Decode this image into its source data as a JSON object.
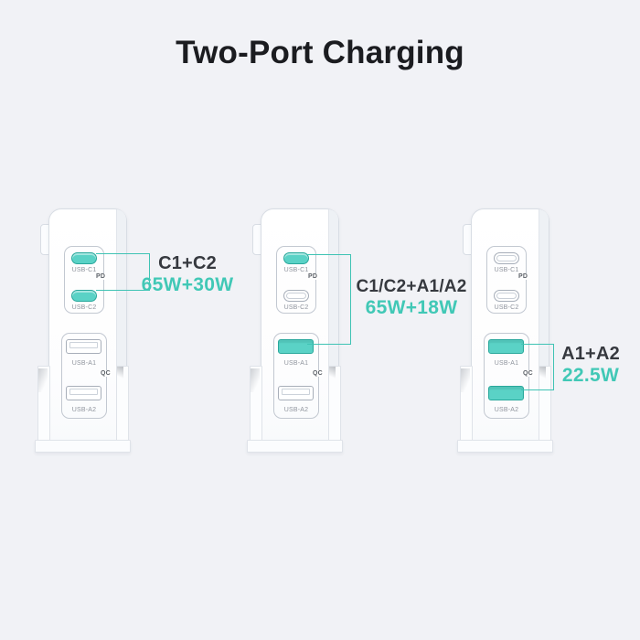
{
  "title": "Two-Port Charging",
  "colors": {
    "background": "#f1f2f6",
    "accent_teal_text": "#41c8b6",
    "port_teal_fill": "#5ad2c6",
    "bracket_line_teal": "#3fc3b4",
    "title_dark": "#1b1c20"
  },
  "chargers": [
    {
      "name": "charger-1",
      "ports": {
        "c1": "USB-C1",
        "c2": "USB-C2",
        "a1": "USB-A1",
        "a2": "USB-A2"
      },
      "pd_label": "PD",
      "qc_label": "QC",
      "highlighted_ports": [
        "USB-C1",
        "USB-C2"
      ],
      "callout": {
        "combo": "C1+C2",
        "power": "65W+30W"
      }
    },
    {
      "name": "charger-2",
      "ports": {
        "c1": "USB-C1",
        "c2": "USB-C2",
        "a1": "USB-A1",
        "a2": "USB-A2"
      },
      "pd_label": "PD",
      "qc_label": "QC",
      "highlighted_ports": [
        "USB-C1",
        "USB-A1"
      ],
      "callout": {
        "combo": "C1/C2+A1/A2",
        "power": "65W+18W"
      }
    },
    {
      "name": "charger-3",
      "ports": {
        "c1": "USB-C1",
        "c2": "USB-C2",
        "a1": "USB-A1",
        "a2": "USB-A2"
      },
      "pd_label": "PD",
      "qc_label": "QC",
      "highlighted_ports": [
        "USB-A1",
        "USB-A2"
      ],
      "callout": {
        "combo": "A1+A2",
        "power": "22.5W"
      }
    }
  ]
}
